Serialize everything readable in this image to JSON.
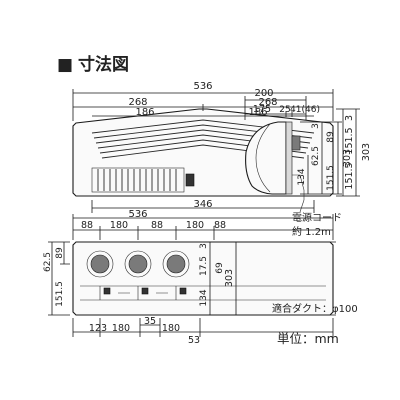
{
  "heading": {
    "marker": "■",
    "title": "寸法図"
  },
  "front_view": {
    "overall_width": "536",
    "half_left": "268",
    "half_right": "268",
    "inner_left": "186",
    "inner_right": "186",
    "base_width": "346",
    "right_top": "3",
    "right_upper": "151.5",
    "right_lower": "151.5",
    "right_total": "303"
  },
  "side_view": {
    "depth": "200",
    "depth_body": "175",
    "depth_part": "25",
    "depth_right": "41(46)",
    "right_top": "3",
    "right_a": "89",
    "right_b": "62.5",
    "right_lower": "151.5",
    "right_total": "303",
    "cord_len": "134",
    "cord_label": "電源コード",
    "cord_length": "約 1.2m"
  },
  "back_view": {
    "overall_width": "536",
    "top_a": "88",
    "top_b": "180",
    "top_c": "88",
    "top_d": "180",
    "top_e": "88",
    "left_a": "89",
    "left_b": "62.5",
    "left_c": "151.5",
    "right_a": "3",
    "right_b": "17.5",
    "right_c": "69",
    "right_d": "134",
    "right_total": "303",
    "bottom_a": "123",
    "bottom_b": "180",
    "bottom_c": "35",
    "bottom_d": "180",
    "bottom_e": "53"
  },
  "notes": {
    "duct": "適合ダクト：φ100",
    "unit": "単位：mm"
  }
}
